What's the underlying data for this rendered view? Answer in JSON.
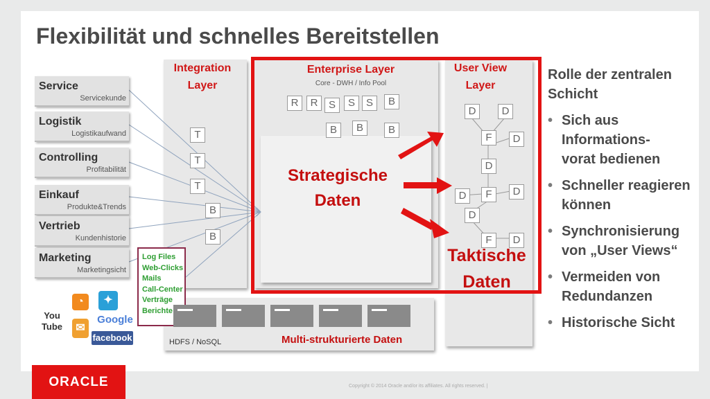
{
  "title": "Flexibilität und schnelles Bereitstellen",
  "layers": {
    "integration": "Integration Layer",
    "enterprise": "Enterprise Layer",
    "enterprise_sub": "Core - DWH / Info Pool",
    "user_view": "User View Layer"
  },
  "sources": [
    {
      "name": "Service",
      "sub": "Servicekunde"
    },
    {
      "name": "Logistik",
      "sub": "Logistikaufwand"
    },
    {
      "name": "Controlling",
      "sub": "Profitabilität"
    },
    {
      "name": "Einkauf",
      "sub": "Produkte&Trends"
    },
    {
      "name": "Vertrieb",
      "sub": "Kundenhistorie"
    },
    {
      "name": "Marketing",
      "sub": "Marketingsicht"
    }
  ],
  "integration_nodes": [
    "T",
    "T",
    "T",
    "B",
    "B"
  ],
  "enterprise_nodes": [
    "R",
    "R",
    "S",
    "S",
    "S",
    "B",
    "B",
    "B",
    "B"
  ],
  "user_view_nodes": [
    "D",
    "D",
    "F",
    "D",
    "D",
    "D",
    "F",
    "D",
    "D",
    "F",
    "D"
  ],
  "strategic": "Strategische Daten",
  "tactical": "Taktische Daten",
  "log_box": [
    "Log Files",
    "Web-Clicks",
    "Mails",
    "Call-Center",
    "Verträge",
    "Berichte"
  ],
  "hdfs": "HDFS / NoSQL",
  "multi": "Multi-strukturierte Daten",
  "right_heading": "Rolle der zentralen Schicht",
  "bullets": [
    "Sich aus Informations-vorat bedienen",
    "Schneller reagieren können",
    "Synchronisierung von  „User Views“",
    "Vermeiden von Redundanzen",
    "Historische Sicht"
  ],
  "social": {
    "youtube": "You Tube",
    "google": "Google",
    "facebook": "facebook"
  },
  "footer": "Copyright © 2014 Oracle and/or its affiliates. All rights reserved.  |",
  "oracle": "ORACLE"
}
